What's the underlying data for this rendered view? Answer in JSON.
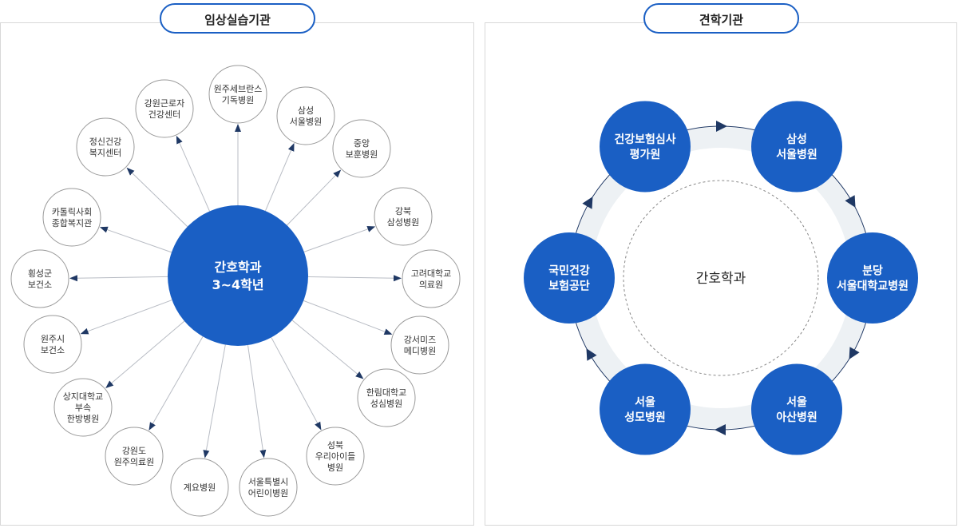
{
  "clinical": {
    "title": "임상실습기관",
    "center": [
      "간호학과",
      "3~4학년"
    ],
    "nodes": [
      {
        "lines": [
          "원주세브란스",
          "기독병원"
        ]
      },
      {
        "lines": [
          "삼성",
          "서울병원"
        ]
      },
      {
        "lines": [
          "중앙",
          "보훈병원"
        ]
      },
      {
        "lines": [
          "강북",
          "삼성병원"
        ]
      },
      {
        "lines": [
          "고려대학교",
          "의료원"
        ]
      },
      {
        "lines": [
          "강서미즈",
          "메디병원"
        ]
      },
      {
        "lines": [
          "한림대학교",
          "성심병원"
        ]
      },
      {
        "lines": [
          "성북",
          "우리아이들",
          "병원"
        ]
      },
      {
        "lines": [
          "서울특별시",
          "어린이병원"
        ]
      },
      {
        "lines": [
          "계요병원"
        ]
      },
      {
        "lines": [
          "강원도",
          "원주의료원"
        ]
      },
      {
        "lines": [
          "상지대학교",
          "부속",
          "한방병원"
        ]
      },
      {
        "lines": [
          "원주시",
          "보건소"
        ]
      },
      {
        "lines": [
          "횡성군",
          "보건소"
        ]
      },
      {
        "lines": [
          "카톨릭사회",
          "종합복지관"
        ]
      },
      {
        "lines": [
          "정신건강",
          "복지센터"
        ]
      },
      {
        "lines": [
          "강원근로자",
          "건강센터"
        ]
      }
    ]
  },
  "observation": {
    "title": "견학기관",
    "center": "간호학과",
    "nodes": [
      {
        "lines": [
          "삼성",
          "서울병원"
        ]
      },
      {
        "lines": [
          "분당",
          "서울대학교병원"
        ]
      },
      {
        "lines": [
          "서울",
          "아산병원"
        ]
      },
      {
        "lines": [
          "서울",
          "성모병원"
        ]
      },
      {
        "lines": [
          "국민건강",
          "보험공단"
        ]
      },
      {
        "lines": [
          "건강보험심사",
          "평가원"
        ]
      }
    ]
  },
  "colors": {
    "primary": "#1a5fc4",
    "arrow": "#1f3864",
    "ring": "#edf1f4",
    "node_border": "#9a9a9a",
    "line": "#b8bcc4"
  }
}
